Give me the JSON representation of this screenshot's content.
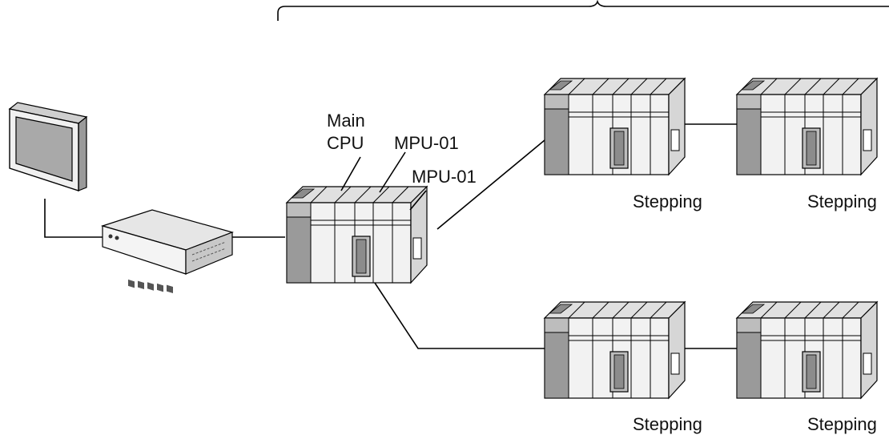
{
  "labels": {
    "main_cpu_line1": "Main",
    "main_cpu_line2": "CPU",
    "mpu_a": "MPU-01",
    "mpu_b": "MPU-01",
    "stepping_top_1": "Stepping",
    "stepping_top_2": "Stepping",
    "stepping_bottom_1": "Stepping",
    "stepping_bottom_2": "Stepping"
  },
  "colors": {
    "device_dark": "#8c8c8c",
    "device_mid": "#c8c8c8",
    "device_light": "#e6e6e6",
    "device_face": "#f2f2f2",
    "screen": "#a9a9a9",
    "line": "#000000"
  },
  "icons": {
    "touch_panel": "hmi-display-icon",
    "hub": "ethernet-hub-icon",
    "plc": "plc-rack-icon"
  }
}
